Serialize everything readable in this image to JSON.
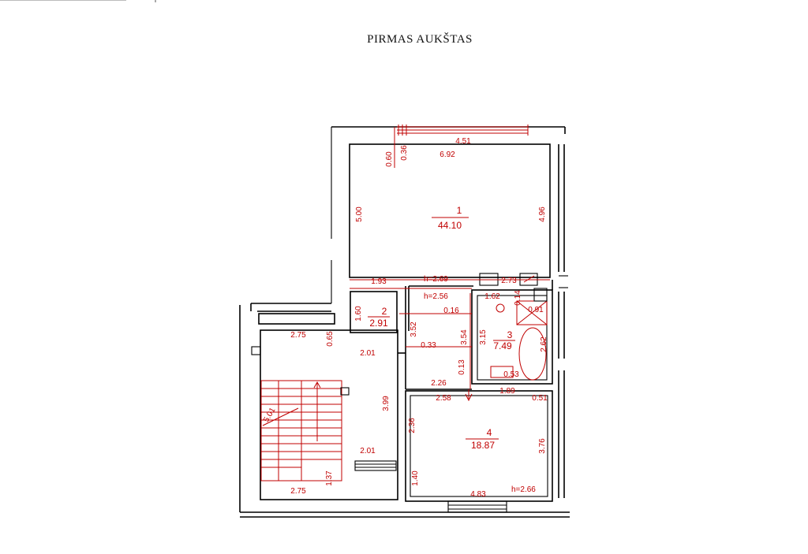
{
  "title": "PIRMAS AUKŠTAS",
  "colors": {
    "walls": "#000000",
    "annotations": "#c00000"
  },
  "rooms": [
    {
      "number": "1",
      "area": "44.10"
    },
    {
      "number": "2",
      "area": "2.91"
    },
    {
      "number": "3",
      "area": "7.49"
    },
    {
      "number": "4",
      "area": "18.87"
    }
  ],
  "heights": [
    "h=2.69",
    "h=2.56",
    "h=2.66"
  ],
  "dims": {
    "room1_top_outer": "4.51",
    "room1_top": "6.92",
    "room1_window_a": "0.36",
    "room1_window_b": "0.60",
    "room1_left": "5.00",
    "room1_right": "4.96",
    "room1_bottom": "1.93",
    "wc_top": "2.73",
    "room2_left": "1.60",
    "hall_right": "3.52",
    "hall_a": "0.16",
    "hall_b": "3.54",
    "hall_c": "0.33",
    "hall_d": "0.13",
    "room3_top": "1.62",
    "room3_small": "0.14",
    "room3_left": "3.15",
    "room3_shower": "0.91",
    "room3_bath": "2.62",
    "room3_bottom": "0.53",
    "stair_top": "2.75",
    "stair_corner": "0.65",
    "stair_mid": "2.01",
    "stair_right": "3.99",
    "stair_diag": "5.01",
    "stair_low": "2.01",
    "stair_bottom": "2.75",
    "stair_door": "1.37",
    "hall_bottom": "2.26",
    "room4_top_left": "2.58",
    "room4_top": "1.89",
    "room4_top_right": "0.51",
    "room4_left": "2.36",
    "room4_right": "3.76",
    "room4_left_low": "1.40",
    "room4_bottom": "4.83"
  }
}
